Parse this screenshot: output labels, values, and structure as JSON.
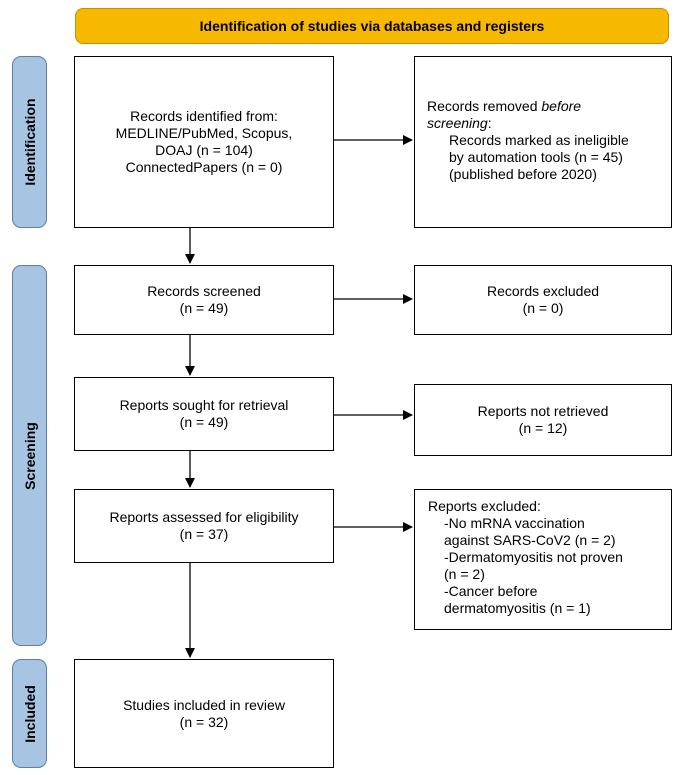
{
  "header": {
    "title": "Identification of studies via databases and registers"
  },
  "phases": {
    "identification": "Identification",
    "screening": "Screening",
    "included": "Included"
  },
  "identification": {
    "records_identified": {
      "line1": "Records identified from:",
      "line2": "MEDLINE/PubMed, Scopus,",
      "line3": "DOAJ (n = 104)",
      "line4": "ConnectedPapers (n = 0)"
    },
    "records_removed": {
      "line1_prefix": "Records removed ",
      "line1_italic": "before",
      "line2_italic": "screening",
      "line2_suffix": ":",
      "line3": "Records marked as ineligible",
      "line4": "by automation tools (n = 45)",
      "line5": "(published before 2020)"
    }
  },
  "screening": {
    "records_screened": {
      "label": "Records screened",
      "count": "(n = 49)"
    },
    "records_excluded": {
      "label": "Records excluded",
      "count": "(n = 0)"
    },
    "reports_sought": {
      "label": "Reports sought for retrieval",
      "count": "(n = 49)"
    },
    "reports_not_retrieved": {
      "label": "Reports not retrieved",
      "count": "(n = 12)"
    },
    "reports_assessed": {
      "label": "Reports assessed for eligibility",
      "count": "(n = 37)"
    },
    "reports_excluded": {
      "title": "Reports excluded:",
      "lines": [
        "-No mRNA vaccination",
        "against SARS-CoV2 (n = 2)",
        "-Dermatomyositis not proven",
        "(n = 2)",
        "-Cancer before",
        "dermatomyositis (n = 1)"
      ]
    }
  },
  "included": {
    "studies_included": {
      "label": "Studies included in review",
      "count": "(n = 32)"
    }
  },
  "colors": {
    "header_fill": "#f7b800",
    "phase_fill": "#a8c4e3",
    "box_border": "#000000"
  }
}
